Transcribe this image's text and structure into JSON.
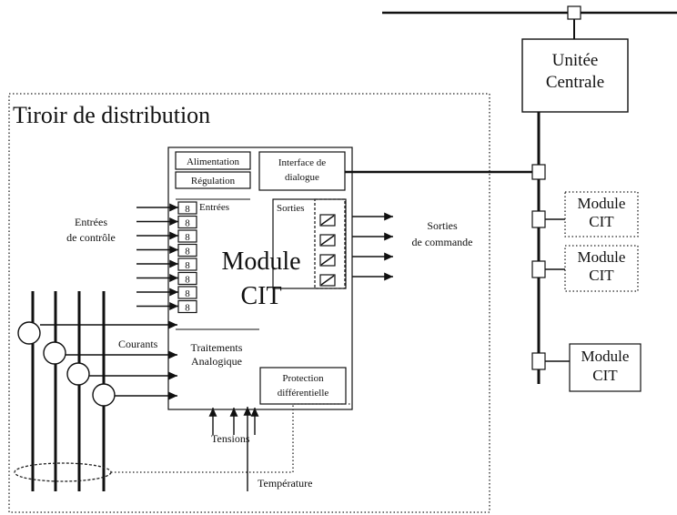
{
  "tiroir": {
    "title": "Tiroir de distribution"
  },
  "unite": {
    "line1": "Unitée",
    "line2": "Centrale"
  },
  "module_cit": {
    "line1": "Module",
    "line2": "CIT",
    "alimentation": "Alimentation",
    "regulation": "Régulation",
    "interface_line1": "Interface de",
    "interface_line2": "dialogue",
    "entrees": "Entrées",
    "sorties": "Sorties",
    "traitements_line1": "Traitements",
    "traitements_line2": "Analogique",
    "protection_line1": "Protection",
    "protection_line2": "différentielle"
  },
  "labels": {
    "entrees_controle_1": "Entrées",
    "entrees_controle_2": "de contrôle",
    "sorties_commande_1": "Sorties",
    "sorties_commande_2": "de commande",
    "courants": "Courants",
    "tensions": "Tensions",
    "temperature": "Température"
  },
  "remote_modules": [
    {
      "line1": "Module",
      "line2": "CIT"
    },
    {
      "line1": "Module",
      "line2": "CIT"
    },
    {
      "line1": "Module",
      "line2": "CIT"
    }
  ],
  "relay_glyph": "8"
}
